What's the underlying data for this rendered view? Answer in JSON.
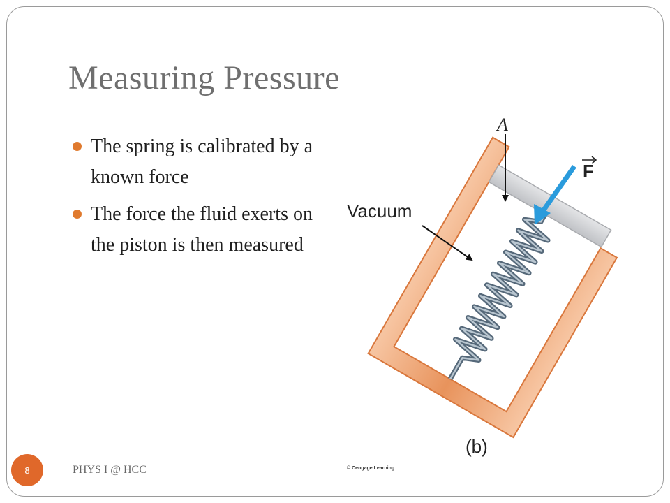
{
  "slide": {
    "title": "Measuring Pressure",
    "bullets": [
      "The spring is calibrated by a known force",
      "The force the fluid exerts on the piston is then measured"
    ],
    "page_number": "8",
    "footer": "PHYS I @ HCC",
    "copyright": "© Cengage Learning"
  },
  "figure": {
    "label_a": "A",
    "label_f": "F",
    "label_vacuum": "Vacuum",
    "caption": "(b)"
  },
  "colors": {
    "accent": "#e0682a",
    "container": "#f2b08a",
    "force_arrow": "#2a9bdc",
    "piston": "#d2d3d6",
    "spring": "#6e8290"
  }
}
